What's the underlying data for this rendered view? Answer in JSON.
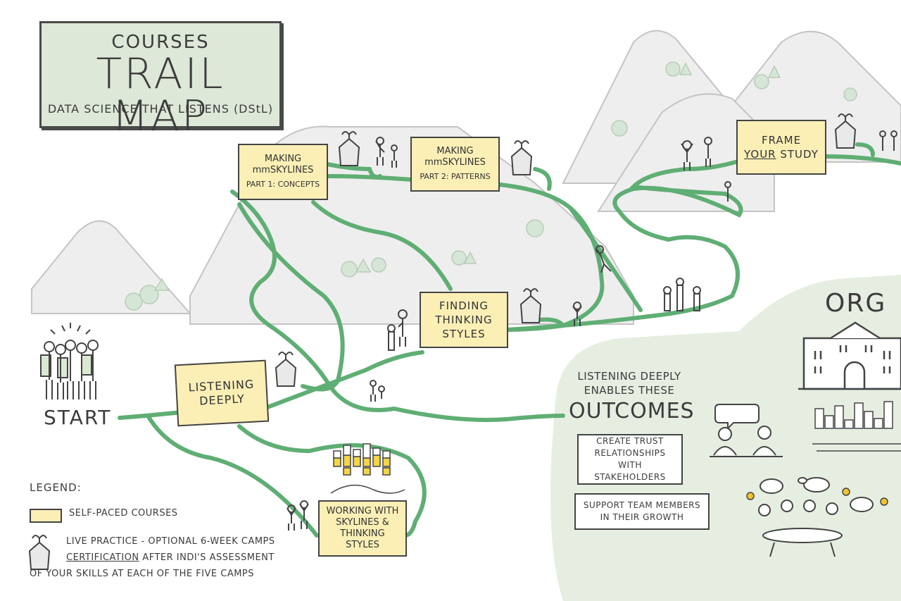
{
  "title": {
    "kicker": "COURSES",
    "main": "TRAIL MAP",
    "subtitle": "DATA SCIENCE THAT LISTENS (DStL)"
  },
  "start_label": "START",
  "courses": {
    "listening_deeply": "LISTENING DEEPLY",
    "skylines_part1": {
      "title": "MAKING mmSKYLINES",
      "part": "PART 1: CONCEPTS"
    },
    "skylines_part2": {
      "title": "MAKING mmSKYLINES",
      "part": "PART 2: PATTERNS"
    },
    "finding_thinking_styles": "FINDING THINKING STYLES",
    "frame_study": {
      "line1": "FRAME",
      "line2_em": "YOUR",
      "line2_rest": " STUDY"
    },
    "working_with": "WORKING WITH SKYLINES & THINKING STYLES"
  },
  "org": {
    "label": "ORG",
    "outcomes_intro": "LISTENING DEEPLY ENABLES THESE",
    "outcomes_title": "OUTCOMES",
    "outcomes": [
      "CREATE TRUST RELATIONSHIPS WITH STAKEHOLDERS",
      "SUPPORT TEAM MEMBERS IN THEIR GROWTH"
    ]
  },
  "legend": {
    "title": "LEGEND:",
    "self_paced": "SELF-PACED COURSES",
    "live_practice": "LIVE PRACTICE - OPTIONAL 6-WEEK CAMPS",
    "certification_word": "CERTIFICATION",
    "certification_rest": " AFTER INDI'S ASSESSMENT",
    "certification_line3": "OF YOUR SKILLS AT EACH OF THE FIVE CAMPS"
  },
  "colors": {
    "trail": "#5fae74",
    "card_fill": "#fbefb6",
    "sign_fill": "#dde8d8",
    "mountain": "#ededed",
    "org_fill": "#e8efe4",
    "ink": "#444444",
    "bulb": "#f2c230"
  },
  "icons": [
    "camp-tent-icon",
    "hiker-icon",
    "tree-icon",
    "building-icon",
    "skyline-chart-icon",
    "lightbulb-icon",
    "speech-bubble-icon"
  ]
}
